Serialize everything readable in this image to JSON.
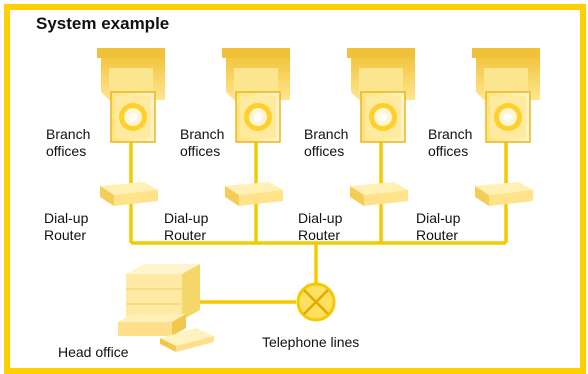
{
  "title": "System example",
  "colors": {
    "frame": "#ffd000",
    "line": "#f5c800"
  },
  "branches": [
    {
      "label_line1": "Branch",
      "label_line2": "offices",
      "router_line1": "Dial-up",
      "router_line2": "Router"
    },
    {
      "label_line1": "Branch",
      "label_line2": "offices",
      "router_line1": "Dial-up",
      "router_line2": "Router"
    },
    {
      "label_line1": "Branch",
      "label_line2": "offices",
      "router_line1": "Dial-up",
      "router_line2": "Router"
    },
    {
      "label_line1": "Branch",
      "label_line2": "offices",
      "router_line1": "Dial-up",
      "router_line2": "Router"
    }
  ],
  "head_office_label": "Head office",
  "telephone_label": "Telephone lines"
}
